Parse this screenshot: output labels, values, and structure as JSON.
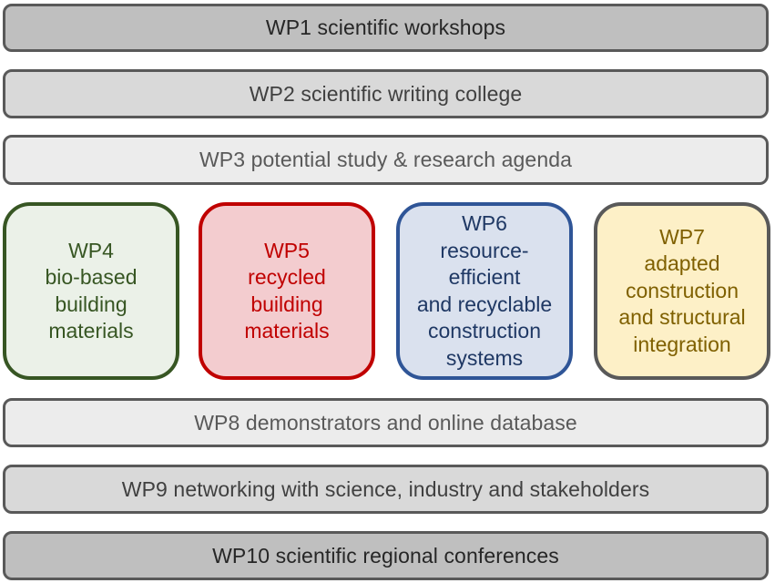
{
  "bars_top": [
    {
      "label": "WP1 scientific workshops",
      "tone": "dark"
    },
    {
      "label": "WP2 scientific writing college",
      "tone": "mid"
    },
    {
      "label": "WP3 potential study & research agenda",
      "tone": "light"
    }
  ],
  "boxes": [
    {
      "lines": [
        "WP4",
        "bio-based",
        "building",
        "materials"
      ]
    },
    {
      "lines": [
        "WP5",
        "recycled",
        "building",
        "materials"
      ]
    },
    {
      "lines": [
        "WP6",
        "resource-",
        "efficient",
        "and recyclable",
        "construction",
        "systems"
      ]
    },
    {
      "lines": [
        "WP7",
        "adapted",
        "construction",
        "and structural",
        "integration"
      ]
    }
  ],
  "bars_bottom": [
    {
      "label": "WP8 demonstrators and online database",
      "tone": "light"
    },
    {
      "label": "WP9 networking with science, industry and stakeholders",
      "tone": "mid"
    },
    {
      "label": "WP10 scientific regional conferences",
      "tone": "dark"
    }
  ],
  "colors": {
    "wp4": "#375623",
    "wp5": "#c00000",
    "wp6": "#2f5597",
    "wp7": "#7f6000",
    "bar_border": "#595959"
  }
}
